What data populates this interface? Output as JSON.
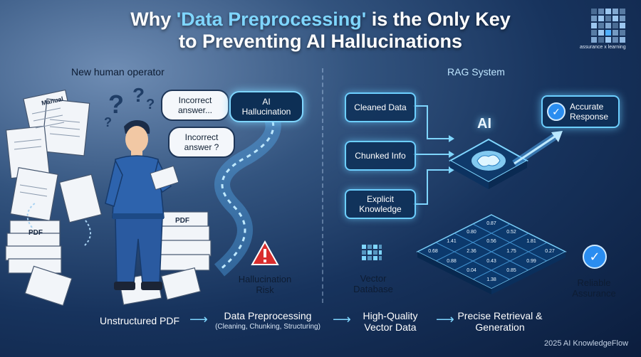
{
  "header": {
    "title_prefix": "Why ",
    "title_highlight": "'Data Preprocessing'",
    "title_suffix": " is the Only Key",
    "title_line2": "to Preventing AI Hallucinations",
    "logo_text": "assurance x learning"
  },
  "left_panel": {
    "label": "New human operator",
    "doc_manual_label": "Manual",
    "pdf_label": "PDF",
    "bubble_1": "Incorrect answer...",
    "bubble_2": "Incorrect answer ?",
    "ai_bubble": "AI Hallucination",
    "risk_label": "Hallucination Risk"
  },
  "right_panel": {
    "label": "RAG System",
    "inputs": [
      "Cleaned Data",
      "Chunked Info",
      "Explicit Knowledge"
    ],
    "ai_label": "AI",
    "output": "Accurate Response",
    "vector_label": "Vector Database",
    "assurance_label": "Reliable Assurance",
    "grid_values": [
      "0.87",
      "0.80",
      "0.52",
      "1.41",
      "0.56",
      "1.81",
      "0.68",
      "2.36",
      "1.75",
      "0.27",
      "0.88",
      "0.43",
      "0.99",
      "0.04",
      "0.85",
      "1.38"
    ]
  },
  "flow": {
    "step1": "Unstructured PDF",
    "step2": "Data Preprocessing",
    "step2_sub": "(Cleaning, Chunking, Structuring)",
    "step3": "High-Quality Vector Data",
    "step4": "Precise Retrieval & Generation"
  },
  "footer": "2025 AI KnowledgeFlow",
  "colors": {
    "highlight": "#7fd6ff",
    "warning": "#d92d2d",
    "check": "#2a8df0"
  }
}
